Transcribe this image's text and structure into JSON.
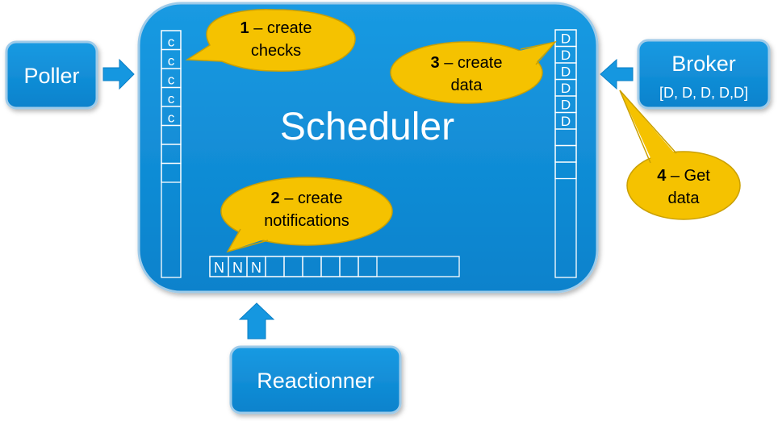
{
  "scheduler": {
    "title": "Scheduler"
  },
  "poller": {
    "label": "Poller"
  },
  "broker": {
    "label": "Broker",
    "sublabel": "[D, D, D, D,D]"
  },
  "reactionner": {
    "label": "Reactionner"
  },
  "checks_queue": {
    "items": [
      "c",
      "c",
      "c",
      "c",
      "c"
    ],
    "empty_slots": 3
  },
  "data_queue": {
    "items": [
      "D",
      "D",
      "D",
      "D",
      "D",
      "D"
    ],
    "empty_slots": 3
  },
  "notifications_queue": {
    "items": [
      "N",
      "N",
      "N"
    ],
    "empty_slots": 6
  },
  "callouts": {
    "step1": {
      "number": "1",
      "line1": " – create",
      "line2": "checks"
    },
    "step2": {
      "number": "2",
      "line1": " – create",
      "line2": "notifications"
    },
    "step3": {
      "number": "3",
      "line1": " – create",
      "line2": "data"
    },
    "step4": {
      "number": "4",
      "line1": " – Get",
      "line2": "data"
    }
  },
  "colors": {
    "box_fill": "#0e8ed8",
    "box_stroke": "#9fcbe9",
    "callout_fill": "#f5c200",
    "callout_stroke": "#caa000",
    "text_light": "#ffffff",
    "text_dark": "#000000"
  }
}
